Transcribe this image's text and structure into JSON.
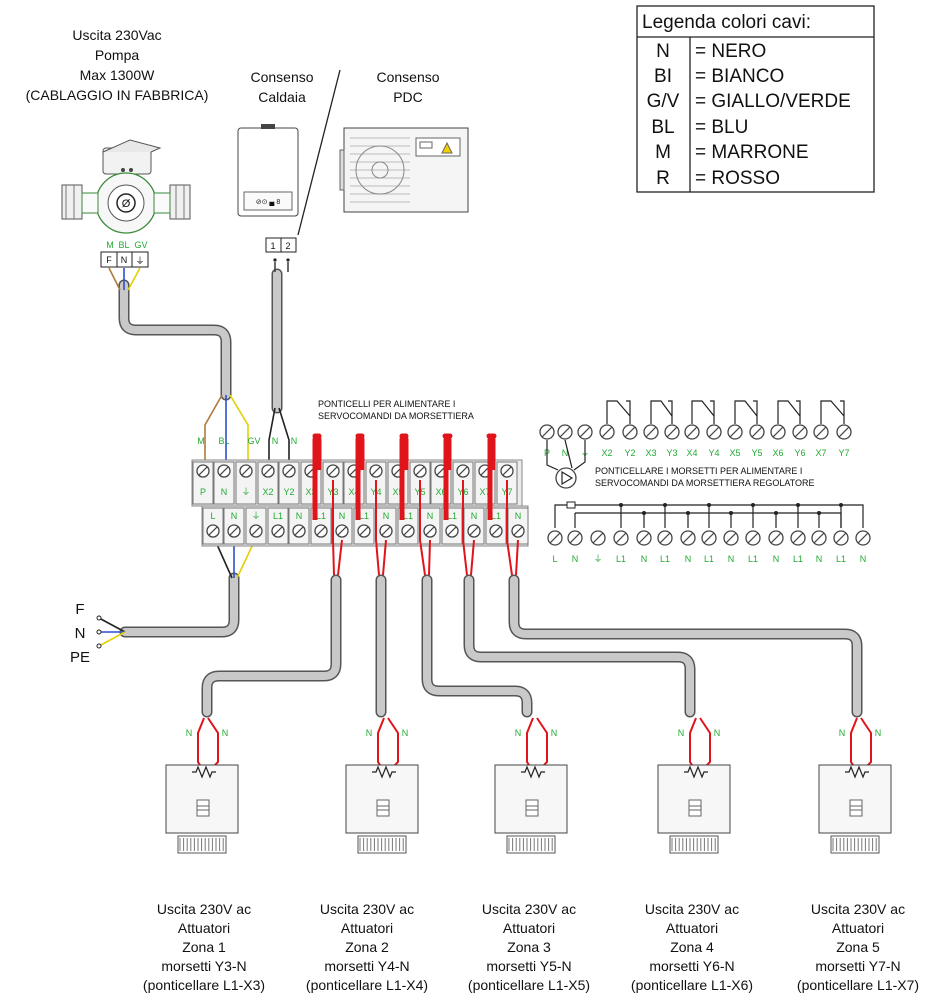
{
  "pump": {
    "lines": [
      "Uscita 230Vac",
      "Pompa",
      "Max 1300W",
      "(CABLAGGIO IN FABBRICA)"
    ],
    "wire_labels": [
      "M",
      "BL",
      "GV"
    ],
    "terminal_labels": [
      "F",
      "N",
      "⏚"
    ]
  },
  "boiler": {
    "lines": [
      "Consenso",
      "Caldaia"
    ],
    "logo": "⊘⊙ ▄ 8"
  },
  "heatpump": {
    "lines": [
      "Consenso",
      "PDC"
    ]
  },
  "contact_terminals": [
    "1",
    "2"
  ],
  "legend": {
    "title": "Legenda colori cavi:",
    "rows": [
      {
        "code": "N",
        "name": "= NERO"
      },
      {
        "code": "BI",
        "name": "= BIANCO"
      },
      {
        "code": "G/V",
        "name": "= GIALLO/VERDE"
      },
      {
        "code": "BL",
        "name": "= BLU"
      },
      {
        "code": "M",
        "name": "= MARRONE"
      },
      {
        "code": "R",
        "name": "= ROSSO"
      }
    ]
  },
  "bridge_title": [
    "PONTICELLI PER ALIMENTARE I",
    "SERVOCOMANDI DA MORSETTIERA"
  ],
  "top_wire_labels": [
    "M",
    "BL",
    "GV",
    "N",
    "N"
  ],
  "upper_terminals": [
    "P",
    "N",
    "⏚",
    "X2",
    "Y2",
    "X3",
    "Y3",
    "X4",
    "Y4",
    "X5",
    "Y5",
    "X6",
    "Y6",
    "X7",
    "Y7"
  ],
  "lower_terminals": [
    "L",
    "N",
    "⏚",
    "L1",
    "N",
    "L1",
    "N",
    "L1",
    "N",
    "L1",
    "N",
    "L1",
    "N",
    "L1",
    "N"
  ],
  "right_schematic": {
    "top_labels": [
      "P",
      "N",
      "⏚",
      "X2",
      "Y2",
      "X3",
      "Y3",
      "X4",
      "Y4",
      "X5",
      "Y5",
      "X6",
      "Y6",
      "X7",
      "Y7"
    ],
    "note": [
      "PONTICELLARE I MORSETTI PER ALIMENTARE I",
      "SERVOCOMANDI DA MORSETTIERA REGOLATORE"
    ],
    "bottom_labels": [
      "L",
      "N",
      "⏚",
      "L1",
      "N",
      "L1",
      "N",
      "L1",
      "N",
      "L1",
      "N",
      "L1",
      "N",
      "L1",
      "N"
    ]
  },
  "mains": [
    "F",
    "N",
    "PE"
  ],
  "actuator_wire_label": "N",
  "zones": [
    {
      "lines": [
        "Uscita 230V ac",
        "Attuatori",
        "Zona 1",
        "morsetti Y3-N",
        "(ponticellare L1-X3)"
      ]
    },
    {
      "lines": [
        "Uscita 230V ac",
        "Attuatori",
        "Zona 2",
        "morsetti Y4-N",
        "(ponticellare L1-X4)"
      ]
    },
    {
      "lines": [
        "Uscita 230V ac",
        "Attuatori",
        "Zona 3",
        "morsetti Y5-N",
        "(ponticellare L1-X5)"
      ]
    },
    {
      "lines": [
        "Uscita 230V ac",
        "Attuatori",
        "Zona 4",
        "morsetti Y6-N",
        "(ponticellare L1-X6)"
      ]
    },
    {
      "lines": [
        "Uscita 230V ac",
        "Attuatori",
        "Zona 5",
        "morsetti Y7-N",
        "(ponticellare L1-X7)"
      ]
    }
  ],
  "colors": {
    "red": "#e0141b",
    "green_text": "#22aa33",
    "brown": "#b07a3c",
    "blue": "#2a4fd1",
    "yellow": "#e2d000",
    "cable": "#c9c9c9"
  }
}
